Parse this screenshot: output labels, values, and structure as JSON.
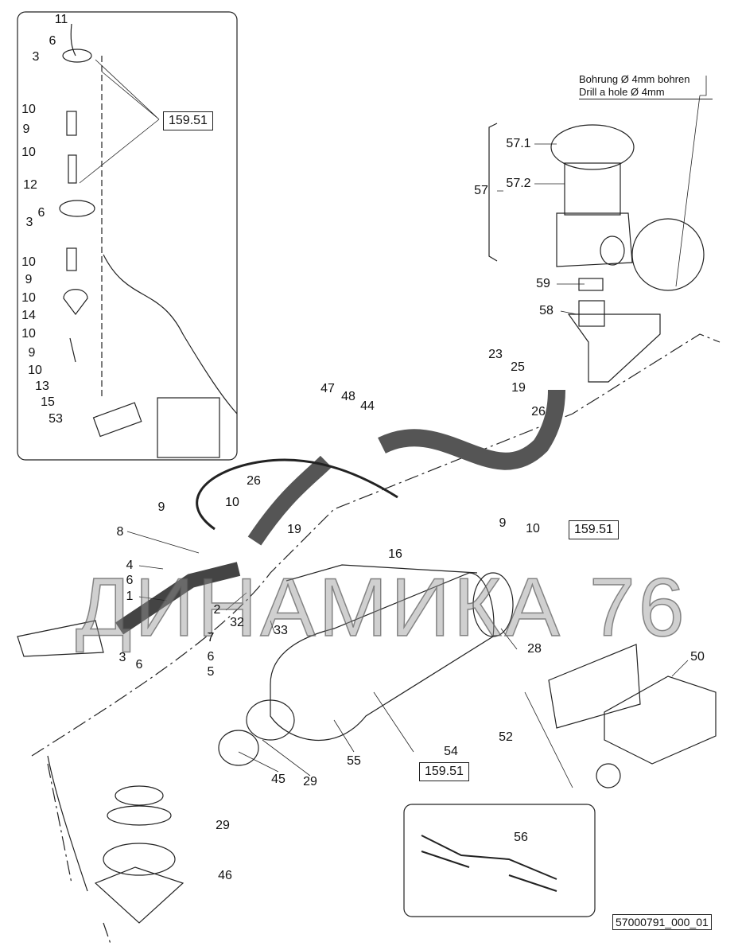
{
  "diagram": {
    "part_labels": [
      "11",
      "3",
      "6",
      "10",
      "9",
      "10",
      "12",
      "3",
      "6",
      "10",
      "9",
      "10",
      "14",
      "10",
      "9",
      "10",
      "13",
      "15",
      "53",
      "57.1",
      "57.2",
      "57",
      "59",
      "58",
      "23",
      "25",
      "19",
      "26",
      "47",
      "48",
      "44",
      "26",
      "9",
      "10",
      "19",
      "16",
      "9",
      "10",
      "8",
      "4",
      "6",
      "1",
      "2",
      "32",
      "33",
      "7",
      "3",
      "6",
      "6",
      "5",
      "28",
      "50",
      "52",
      "55",
      "29",
      "45",
      "29",
      "46",
      "56",
      "54"
    ],
    "reference_boxes": [
      "159.51",
      "159.51",
      "159.51"
    ],
    "note_lines": [
      "Bohrung Ø 4mm bohren",
      "Drill a hole Ø 4mm"
    ],
    "watermark": "ДИНАМИКА 76",
    "document_id": "57000791_000_01"
  }
}
